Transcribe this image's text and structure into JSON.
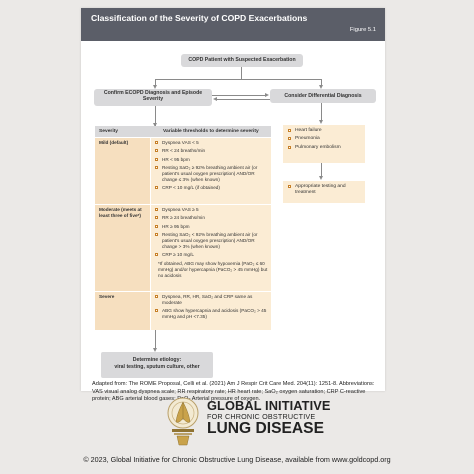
{
  "header": {
    "title": "Classification of the Severity of COPD Exacerbations",
    "figure": "Figure 5.1"
  },
  "flow": {
    "top_box": "COPD Patient with Suspected Exacerbation",
    "left_box": "Confirm ECOPD Diagnosis and Episode Severity",
    "right_box": "Consider Differential Diagnosis"
  },
  "table": {
    "col_severity": "Severity",
    "col_thresholds": "Variable thresholds to determine severity",
    "rows": [
      {
        "severity": "Mild (default)",
        "items": [
          "Dyspnea VAS < 5",
          "RR < 24 breaths/min",
          "HR < 95 bpm",
          "Resting SaO₂ ≥ 92% breathing ambient air (or patient's usual oxygen prescription) AND/OR change ≤ 3% (when known)",
          "CRP < 10 mg/L (if obtained)"
        ],
        "note": ""
      },
      {
        "severity": "Moderate (meets at least three of five*)",
        "items": [
          "Dyspnea VAS ≥ 5",
          "RR ≥ 24 breaths/min",
          "HR ≥ 95 bpm",
          "Resting SaO₂ < 92% breathing ambient air (or patient's usual oxygen prescription) AND/OR change > 3% (when known)",
          "CRP ≥ 10 mg/L"
        ],
        "note": "*If obtained, ABG may show hypoxemia (PaO₂ ≤ 60 mmHg) and/or hypercapnia (PaCO₂ > 45 mmHg) but no acidosis"
      },
      {
        "severity": "Severe",
        "items": [
          "Dyspnea, RR, HR, SaO₂ and CRP same as moderate",
          "ABG show hypercapnia and acidosis (PaCO₂ > 45 mmHg and pH <7.35)"
        ],
        "note": ""
      }
    ]
  },
  "differential": {
    "items": [
      "Heart failure",
      "Pneumonia",
      "Pulmonary embolism"
    ],
    "action": "Appropriate testing and treatment"
  },
  "etiology": {
    "title": "Determine etiology:",
    "detail": "viral testing, sputum culture, other"
  },
  "footnote": "Adapted from: The ROME Proposal, Celli et al. (2021) Am J Respir Crit Care Med. 204(11): 1251-8. Abbreviations: VAS visual analog dyspnea scale; RR respiratory rate; HR heart rate; SaO₂ oxygen saturation; CRP C-reactive protein; ABG arterial blood gases; PaO₂ Arterial pressure of oxygen.",
  "logo": {
    "line1": "GLOBAL INITIATIVE",
    "line2": "FOR CHRONIC OBSTRUCTIVE",
    "line3": "LUNG DISEASE"
  },
  "copyright": "© 2023, Global Initiative for Chronic Obstructive Lung Disease, available from www.goldcopd.org",
  "colors": {
    "title_bar": "#5b5e68",
    "grey_box": "#d9d9db",
    "severity_fill": "#f6dfbf",
    "threshold_fill": "#fbecd4",
    "bullet_accent": "#c77f26"
  }
}
